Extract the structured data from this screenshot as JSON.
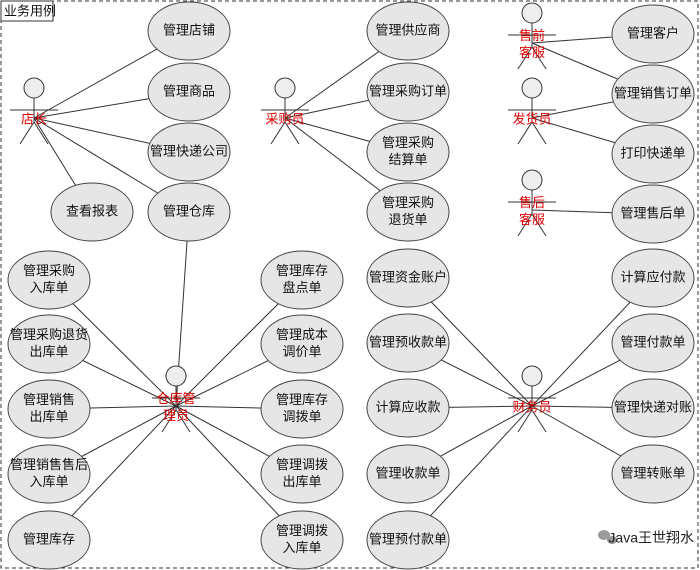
{
  "title": "业务用例",
  "watermark": "Java王世翔水",
  "actors": [
    {
      "id": "a_owner",
      "label": [
        "店长"
      ]
    },
    {
      "id": "a_buyer",
      "label": [
        "采购员"
      ]
    },
    {
      "id": "a_presale",
      "label": [
        "售前",
        "客服"
      ]
    },
    {
      "id": "a_shipper",
      "label": [
        "发货员"
      ]
    },
    {
      "id": "a_aftersale",
      "label": [
        "售后",
        "客服"
      ]
    },
    {
      "id": "a_keeper",
      "label": [
        "仓库管",
        "理员"
      ]
    },
    {
      "id": "a_finance",
      "label": [
        "财务员"
      ]
    }
  ],
  "use_cases": [
    {
      "id": "u_store",
      "label": [
        "管理店铺"
      ]
    },
    {
      "id": "u_goods",
      "label": [
        "管理商品"
      ]
    },
    {
      "id": "u_express",
      "label": [
        "管理快递公司"
      ]
    },
    {
      "id": "u_report",
      "label": [
        "查看报表"
      ]
    },
    {
      "id": "u_wh",
      "label": [
        "管理仓库"
      ]
    },
    {
      "id": "u_supplier",
      "label": [
        "管理供应商"
      ]
    },
    {
      "id": "u_po",
      "label": [
        "管理采购订单"
      ]
    },
    {
      "id": "u_psettle",
      "label": [
        "管理采购",
        "结算单"
      ]
    },
    {
      "id": "u_preturn",
      "label": [
        "管理采购",
        "退货单"
      ]
    },
    {
      "id": "u_customer",
      "label": [
        "管理客户"
      ]
    },
    {
      "id": "u_so",
      "label": [
        "管理销售订单"
      ]
    },
    {
      "id": "u_print",
      "label": [
        "打印快递单"
      ]
    },
    {
      "id": "u_after",
      "label": [
        "管理售后单"
      ]
    },
    {
      "id": "u_pin",
      "label": [
        "管理采购",
        "入库单"
      ]
    },
    {
      "id": "u_pretout",
      "label": [
        "管理采购退货",
        "出库单"
      ]
    },
    {
      "id": "u_sout",
      "label": [
        "管理销售",
        "出库单"
      ]
    },
    {
      "id": "u_safterin",
      "label": [
        "管理销售售后",
        "入库单"
      ]
    },
    {
      "id": "u_stock",
      "label": [
        "管理库存"
      ]
    },
    {
      "id": "u_count",
      "label": [
        "管理库存",
        "盘点单"
      ]
    },
    {
      "id": "u_cost",
      "label": [
        "管理成本",
        "调价单"
      ]
    },
    {
      "id": "u_transfer",
      "label": [
        "管理库存",
        "调拨单"
      ]
    },
    {
      "id": "u_tout",
      "label": [
        "管理调拨",
        "出库单"
      ]
    },
    {
      "id": "u_tin",
      "label": [
        "管理调拨",
        "入库单"
      ]
    },
    {
      "id": "u_fund",
      "label": [
        "管理资金账户"
      ]
    },
    {
      "id": "u_prerec",
      "label": [
        "管理预收款单"
      ]
    },
    {
      "id": "u_calcrec",
      "label": [
        "计算应收款"
      ]
    },
    {
      "id": "u_receipt",
      "label": [
        "管理收款单"
      ]
    },
    {
      "id": "u_prepay",
      "label": [
        "管理预付款单"
      ]
    },
    {
      "id": "u_calcpay",
      "label": [
        "计算应付款"
      ]
    },
    {
      "id": "u_payment",
      "label": [
        "管理付款单"
      ]
    },
    {
      "id": "u_exrecon",
      "label": [
        "管理快递对账"
      ]
    },
    {
      "id": "u_transfer2",
      "label": [
        "管理转账单"
      ]
    }
  ],
  "edges": [
    [
      "a_owner",
      "u_store"
    ],
    [
      "a_owner",
      "u_goods"
    ],
    [
      "a_owner",
      "u_express"
    ],
    [
      "a_owner",
      "u_report"
    ],
    [
      "a_owner",
      "u_wh"
    ],
    [
      "a_buyer",
      "u_supplier"
    ],
    [
      "a_buyer",
      "u_po"
    ],
    [
      "a_buyer",
      "u_psettle"
    ],
    [
      "a_buyer",
      "u_preturn"
    ],
    [
      "a_presale",
      "u_customer"
    ],
    [
      "a_presale",
      "u_so"
    ],
    [
      "a_shipper",
      "u_so"
    ],
    [
      "a_shipper",
      "u_print"
    ],
    [
      "a_aftersale",
      "u_after"
    ],
    [
      "a_keeper",
      "u_wh"
    ],
    [
      "a_keeper",
      "u_pin"
    ],
    [
      "a_keeper",
      "u_pretout"
    ],
    [
      "a_keeper",
      "u_sout"
    ],
    [
      "a_keeper",
      "u_safterin"
    ],
    [
      "a_keeper",
      "u_stock"
    ],
    [
      "a_keeper",
      "u_count"
    ],
    [
      "a_keeper",
      "u_cost"
    ],
    [
      "a_keeper",
      "u_transfer"
    ],
    [
      "a_keeper",
      "u_tout"
    ],
    [
      "a_keeper",
      "u_tin"
    ],
    [
      "a_finance",
      "u_fund"
    ],
    [
      "a_finance",
      "u_prerec"
    ],
    [
      "a_finance",
      "u_calcrec"
    ],
    [
      "a_finance",
      "u_receipt"
    ],
    [
      "a_finance",
      "u_prepay"
    ],
    [
      "a_finance",
      "u_calcpay"
    ],
    [
      "a_finance",
      "u_payment"
    ],
    [
      "a_finance",
      "u_exrecon"
    ],
    [
      "a_finance",
      "u_transfer2"
    ]
  ]
}
